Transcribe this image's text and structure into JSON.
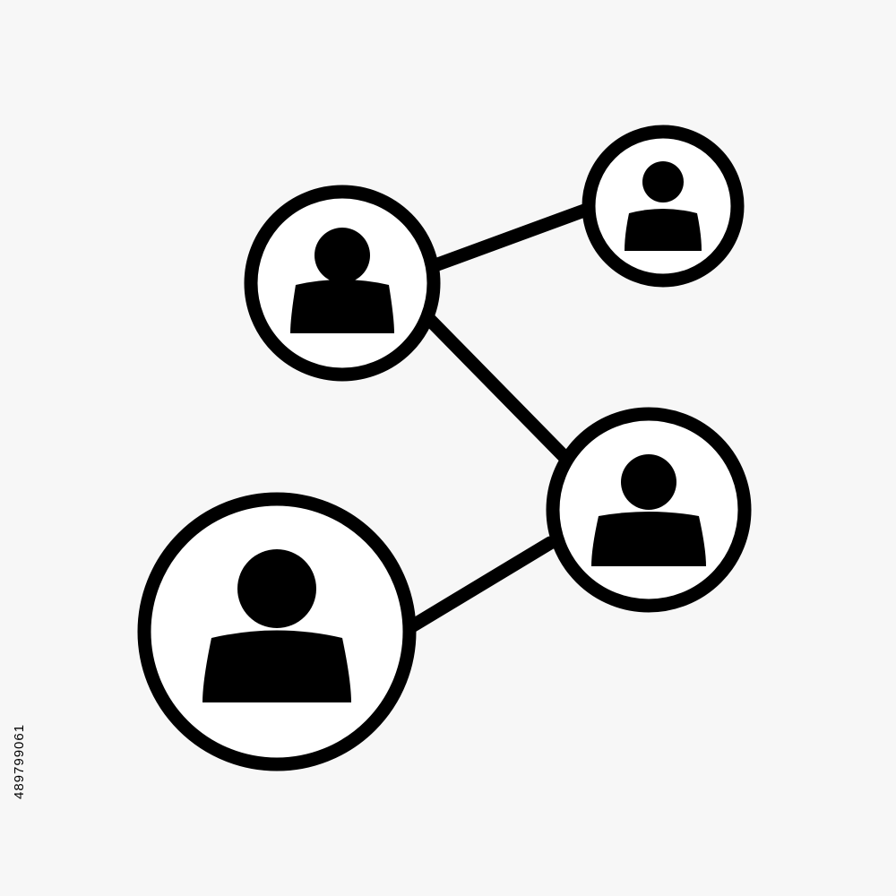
{
  "colors": {
    "background": "#f7f7f7",
    "stroke": "#000000",
    "node_fill": "#ffffff",
    "person_fill": "#000000"
  },
  "icon": {
    "name": "social-network-people-icon",
    "nodes": [
      {
        "name": "person-node-top-left",
        "icon": "user-icon"
      },
      {
        "name": "person-node-top-right",
        "icon": "user-icon"
      },
      {
        "name": "person-node-middle-right",
        "icon": "user-icon"
      },
      {
        "name": "person-node-bottom-left",
        "icon": "user-icon"
      }
    ]
  },
  "stock_id": "489799061"
}
